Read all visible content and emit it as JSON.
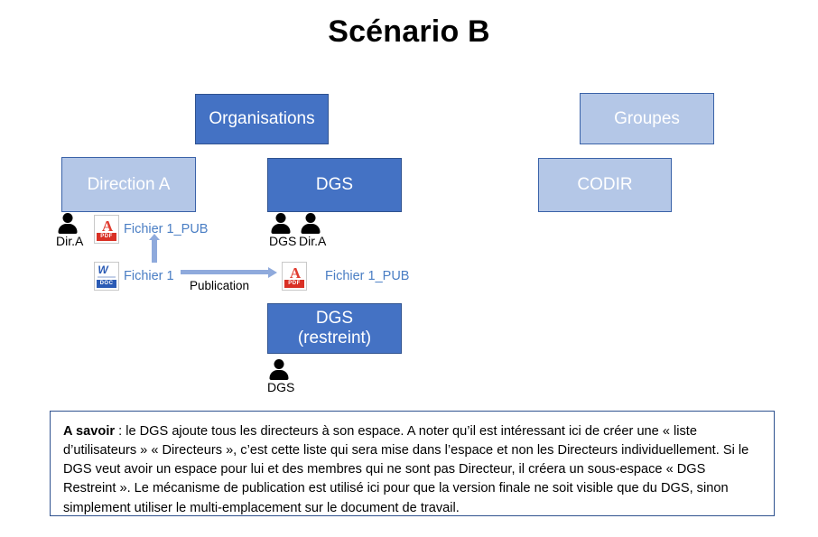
{
  "slide": {
    "title": "Scénario B",
    "background": "#ffffff"
  },
  "colors": {
    "dark_blue": "#4472C4",
    "light_blue": "#B4C7E7",
    "border_blue": "#2F528F",
    "arrow_blue": "#8FAADC",
    "file_label_blue": "#4a7ec4",
    "pdf_red": "#D93025",
    "doc_blue": "#2B5BB5"
  },
  "boxes": {
    "organisations": {
      "label": "Organisations",
      "style": "dark"
    },
    "groupes": {
      "label": "Groupes",
      "style": "light"
    },
    "direction_a": {
      "label": "Direction A",
      "style": "light"
    },
    "dgs": {
      "label": "DGS",
      "style": "dark"
    },
    "codir": {
      "label": "CODIR",
      "style": "light"
    },
    "dgs_restreint": {
      "line1": "DGS",
      "line2": "(restreint)",
      "style": "dark"
    }
  },
  "people": [
    {
      "id": "person-dir-a-left",
      "label": "Dir.A",
      "icon": "person-icon"
    },
    {
      "id": "person-dgs-1",
      "label": "DGS",
      "icon": "person-icon"
    },
    {
      "id": "person-dgs-2",
      "label": "Dir.A",
      "icon": "person-icon"
    },
    {
      "id": "person-dgs-restr",
      "label": "DGS",
      "icon": "person-icon"
    }
  ],
  "files": [
    {
      "id": "icon-pdf-top",
      "type": "pdf",
      "badge": "PDF",
      "mark": "A",
      "label": "Fichier 1_PUB"
    },
    {
      "id": "icon-doc",
      "type": "doc",
      "badge": "DOC",
      "mark": "W",
      "label": "Fichier 1"
    },
    {
      "id": "icon-pdf-right",
      "type": "pdf",
      "badge": "PDF",
      "mark": "A",
      "label": "Fichier 1_PUB"
    }
  ],
  "arrows": {
    "publication_label": "Publication"
  },
  "note": {
    "lead": "A savoir",
    "body": " : le DGS ajoute tous les directeurs à son espace. A noter qu’il est intéressant ici de créer une « liste d’utilisateurs » « Directeurs », c’est cette liste qui sera mise dans l’espace et non les Directeurs individuellement. Si le DGS veut avoir un espace pour lui et des membres qui ne sont pas Directeur, il créera un sous-espace « DGS Restreint ».  Le mécanisme de publication est utilisé ici pour que la version finale ne soit visible que du DGS, sinon simplement utiliser le multi-emplacement sur le document de travail."
  }
}
